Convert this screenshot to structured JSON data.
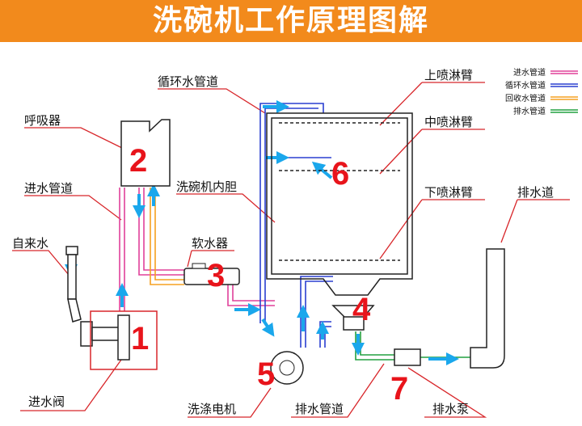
{
  "title": "洗碗机工作原理图解",
  "labels": {
    "circulation_pipe": "循环水管道",
    "upper_arm": "上喷淋臂",
    "middle_arm": "中喷淋臂",
    "lower_arm": "下喷淋臂",
    "breather": "呼吸器",
    "inlet_pipe": "进水管道",
    "inner_tank": "洗碗机内胆",
    "drain": "排水道",
    "tap_water": "自来水",
    "softener": "软水器",
    "inlet_valve": "进水阀",
    "wash_motor": "洗涤电机",
    "drain_pipe": "排水管道",
    "drain_pump": "排水泵"
  },
  "numbers": [
    "1",
    "2",
    "3",
    "4",
    "5",
    "6",
    "7"
  ],
  "legend": [
    {
      "label": "进水管道",
      "color": "#e0409a"
    },
    {
      "label": "循环水管道",
      "color": "#2a3fd0"
    },
    {
      "label": "回收水管道",
      "color": "#f5a020"
    },
    {
      "label": "排水管道",
      "color": "#22a040"
    }
  ],
  "colors": {
    "title_bg": "#f28a1c",
    "arrow": "#1aa7ec",
    "number": "#e8141b",
    "leader": "#d8262a"
  }
}
